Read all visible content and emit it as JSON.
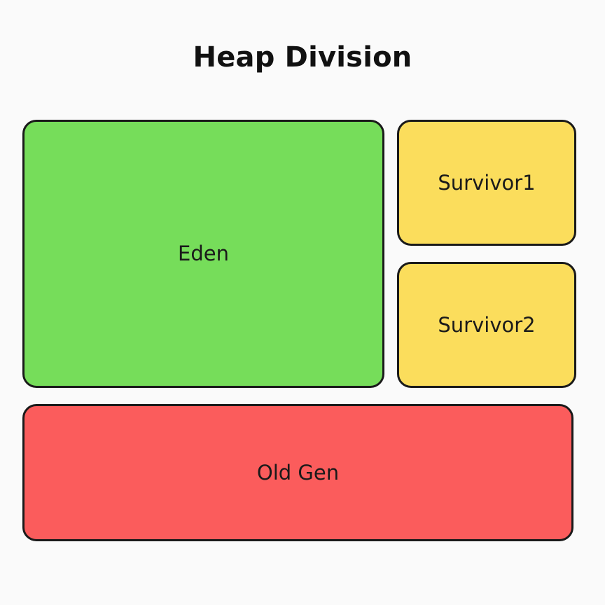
{
  "diagram": {
    "title": "Heap Division",
    "background_color": "#fafafa",
    "border_color": "#1a1a1a",
    "regions": [
      {
        "id": "eden",
        "label": "Eden",
        "color": "#76dd5a"
      },
      {
        "id": "survivor1",
        "label": "Survivor1",
        "color": "#fbdd5c"
      },
      {
        "id": "survivor2",
        "label": "Survivor2",
        "color": "#fbdd5c"
      },
      {
        "id": "oldgen",
        "label": "Old Gen",
        "color": "#fb5c5c"
      }
    ]
  }
}
